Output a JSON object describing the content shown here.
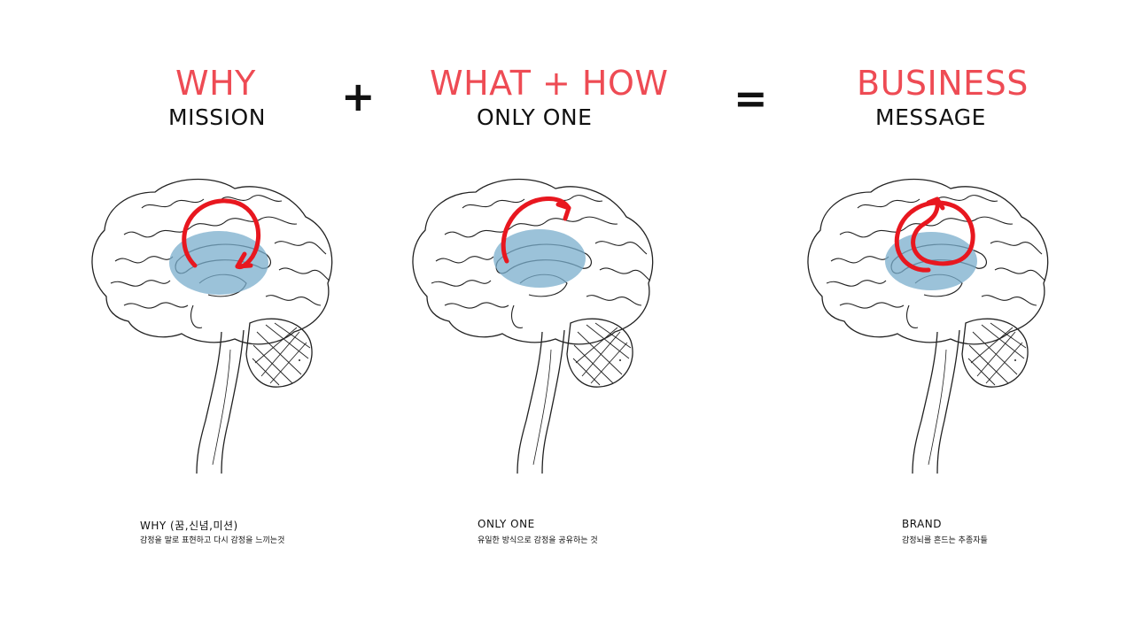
{
  "columns": [
    {
      "heading": "WHY",
      "subheading": "MISSION",
      "caption_title": "WHY (꿈,신념,미션)",
      "caption_text": "감정을 말로 표현하고 다시 감정을 느끼는것"
    },
    {
      "heading": "WHAT + HOW",
      "subheading": "ONLY ONE",
      "caption_title": "ONLY ONE",
      "caption_text": "유일한 방식으로 감정을 공유하는 것"
    },
    {
      "heading": "BUSINESS",
      "subheading": "MESSAGE",
      "caption_title": "BRAND",
      "caption_text": "감정뇌를 흔드는 추종자들"
    }
  ],
  "operators": {
    "plus": "+",
    "equals": "="
  },
  "colors": {
    "heading": "#ee4b54",
    "arrow": "#e8171f",
    "limbic": "#7aaecc",
    "text": "#111111"
  },
  "icons": [
    "brain-illustration",
    "red-arrow"
  ]
}
